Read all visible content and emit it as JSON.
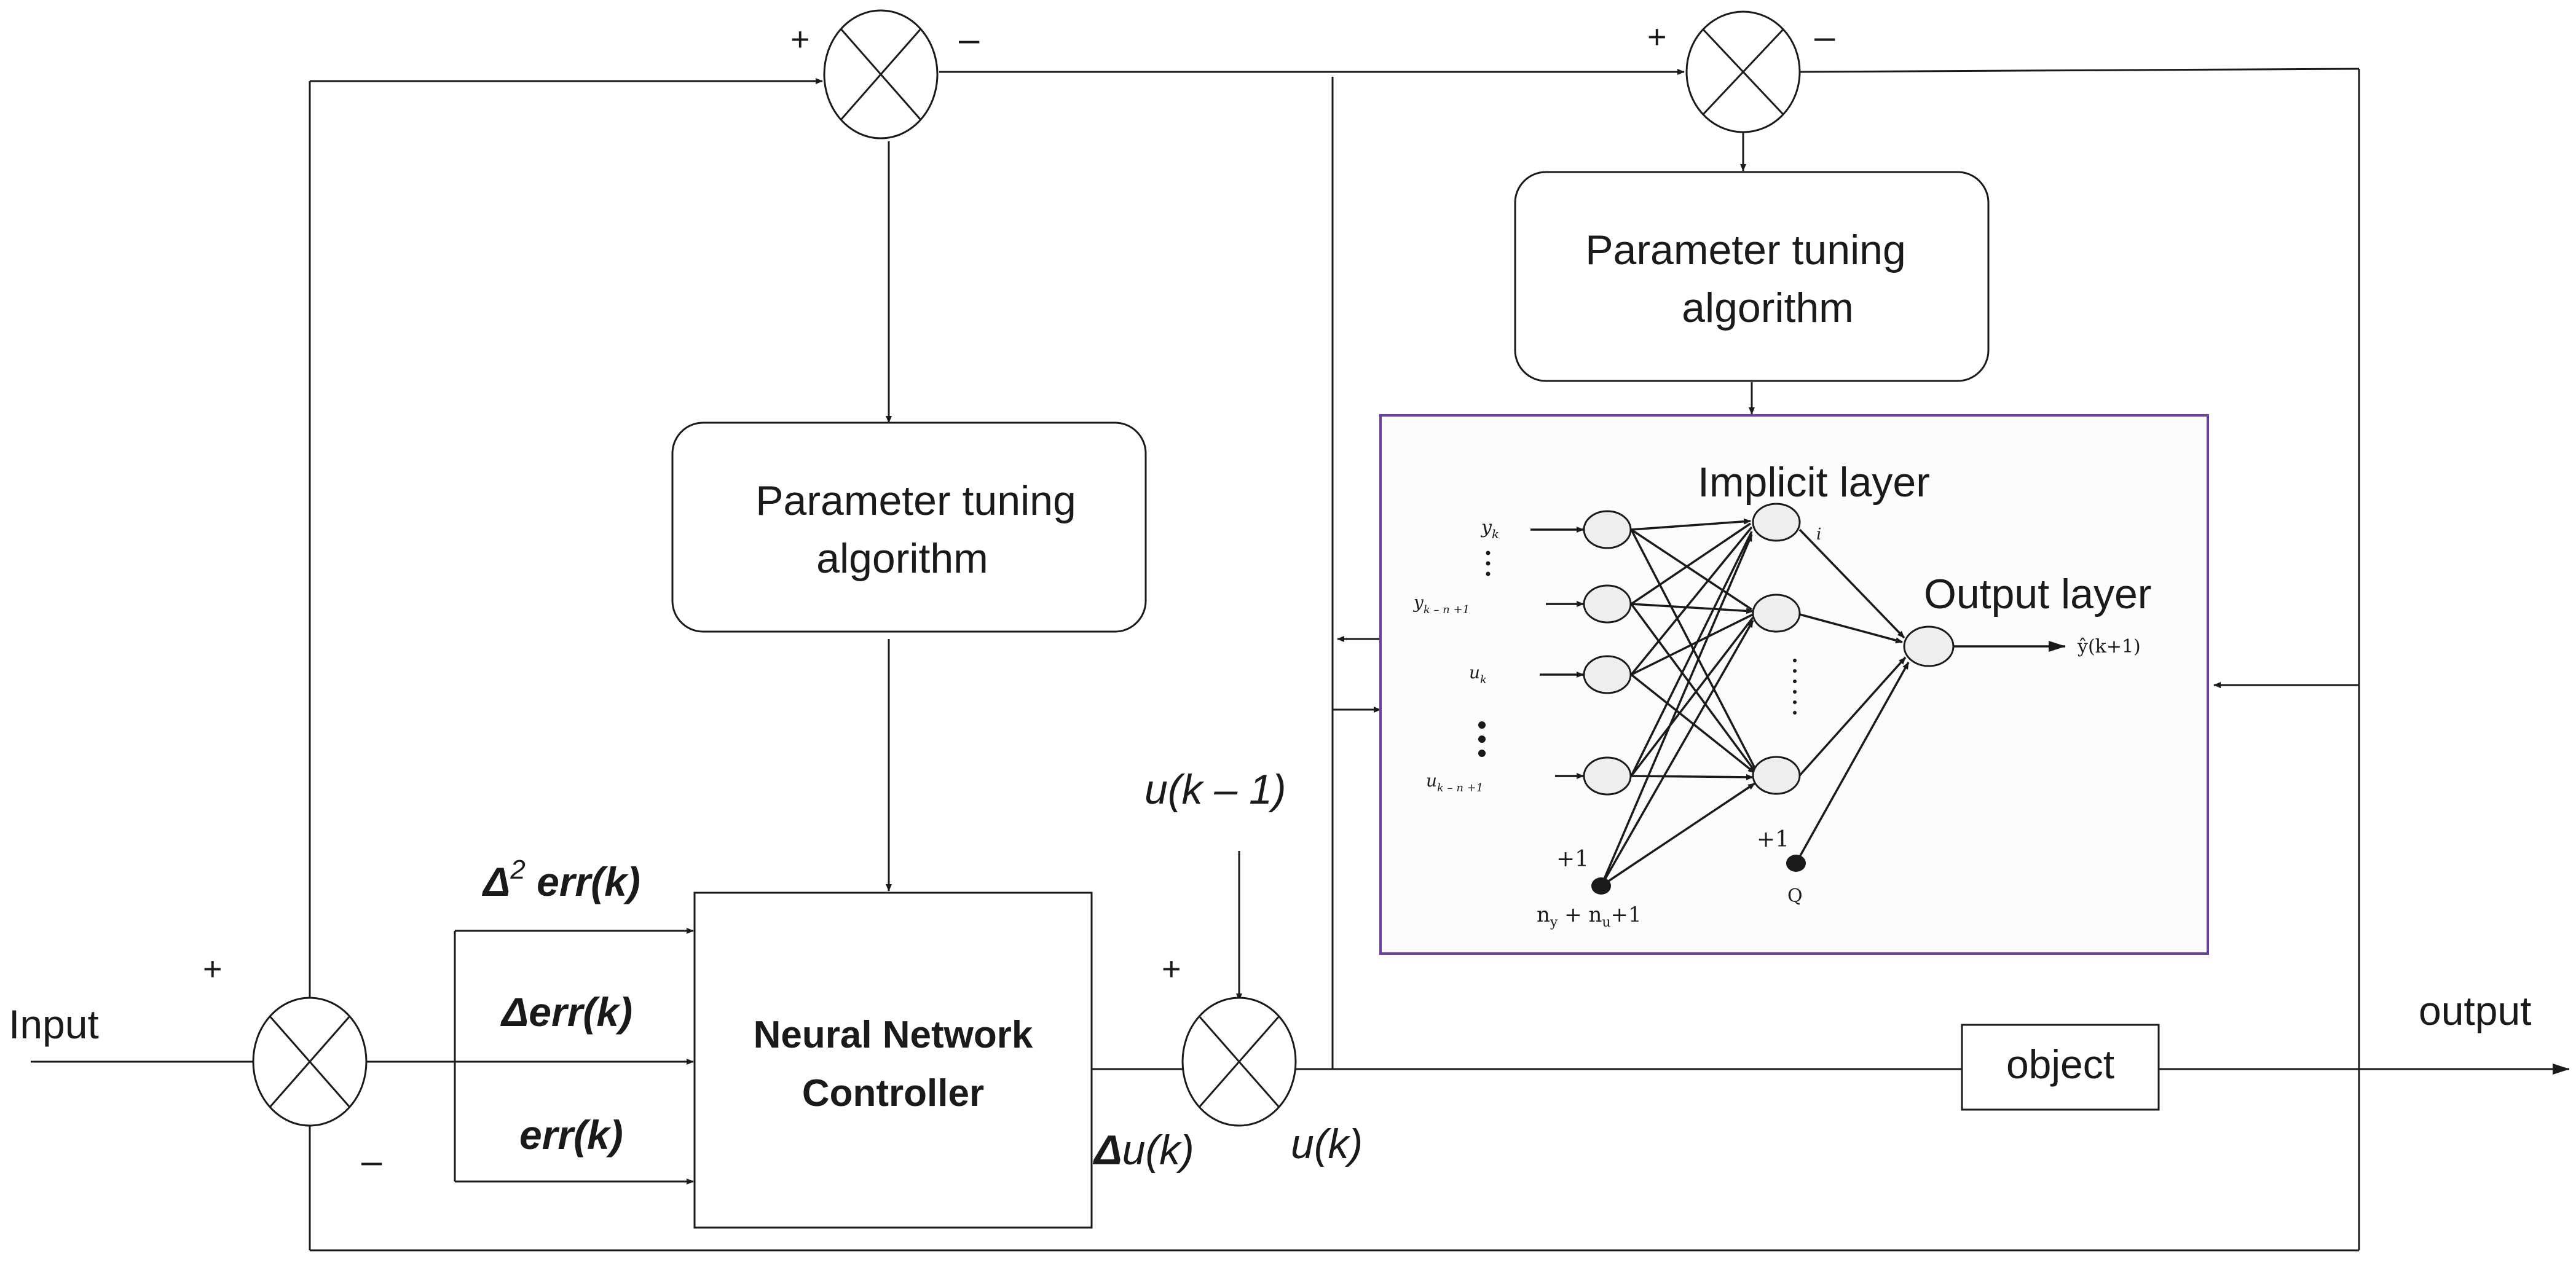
{
  "labels": {
    "input": "Input",
    "output": "output",
    "object": "object",
    "controller_line1": "Neural Network",
    "controller_line2": "Controller",
    "tuning_left_line1": "Parameter tuning",
    "tuning_left_line2": "algorithm",
    "tuning_right_line1": "Parameter tuning",
    "tuning_right_line2": "algorithm",
    "d2err_prefix": "Δ",
    "d2err_sup": "2",
    "d2err_rest": " err(k)",
    "derr": "Δerr(k)",
    "err": "err(k)",
    "du_prefix": "Δ",
    "du_rest": "u(k)",
    "u": "u(k)",
    "u_prev": "u(k – 1)",
    "implicit_layer": "Implicit layer",
    "output_layer": "Output layer"
  },
  "signs": {
    "plus": "+",
    "minus": "–"
  },
  "network": {
    "input_y": "y",
    "input_y_sub": "k",
    "input_y_prev": "y",
    "input_y_prev_sub": "k – n  +1",
    "input_y_prev_sub2": "y",
    "input_u": "u",
    "input_u_sub": "k",
    "input_u_prev": "u",
    "input_u_prev_sub": "k – n  +1",
    "input_u_prev_sub2": "u",
    "bias1": "+1",
    "bias2": "+1",
    "bias1_label": "n  + n  +1",
    "bias1_label_sub_y": "y",
    "bias1_label_sub_u": "u",
    "node_i": "i",
    "node_q": "Q",
    "output_symbol": "ŷ(k+1)"
  },
  "colors": {
    "line": "#1a1a1a",
    "network_frame": "#6b3fa0",
    "node_fill": "#eeeeee"
  }
}
